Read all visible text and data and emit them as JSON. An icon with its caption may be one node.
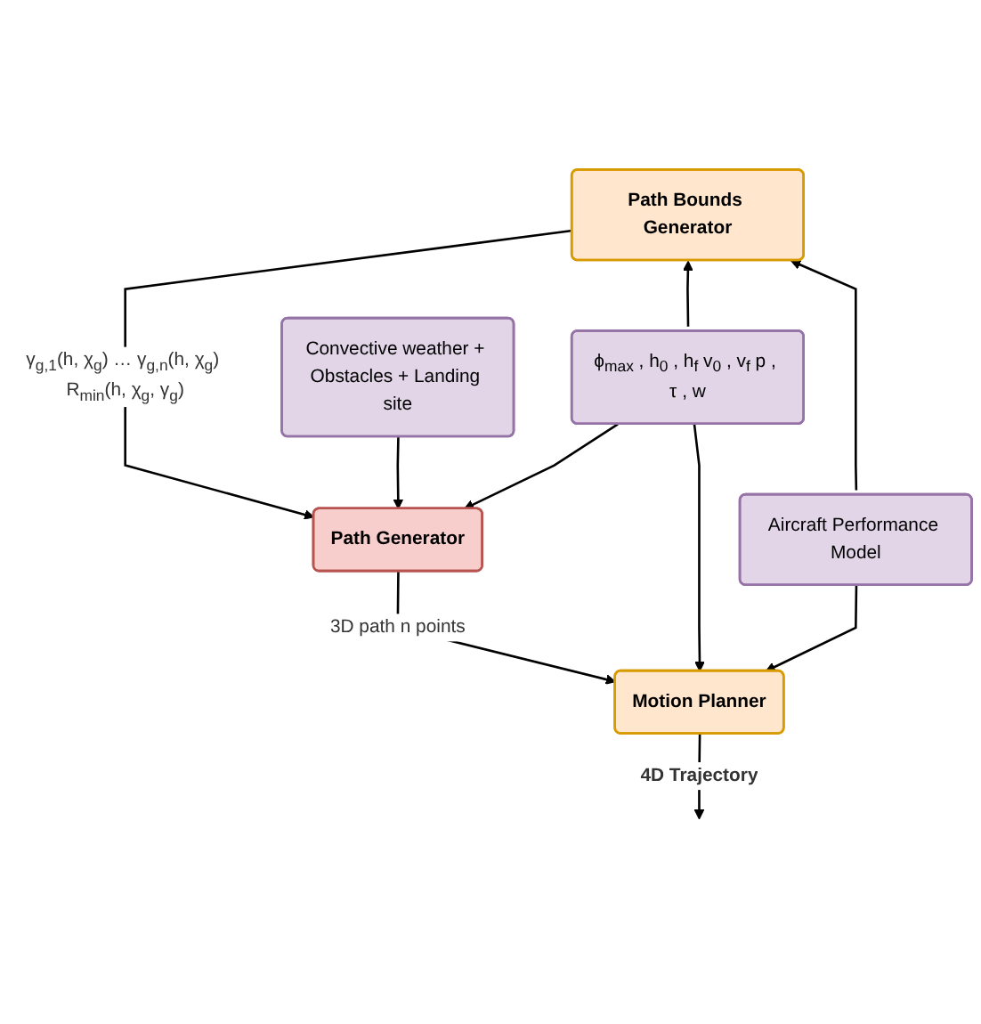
{
  "diagram": {
    "nodes": [
      {
        "text": [
          "Path Bounds Generator"
        ]
      },
      {
        "text": [
          "Convective weather + Obstacles + Landing site"
        ]
      },
      {
        "text": [
          "ϕ$_{max}$ , h$_{0}$ , h$_{f}$ v$_{0}$ , v$_{f}$ p , τ , w"
        ]
      },
      {
        "text": [
          "Path Generator"
        ]
      },
      {
        "text": [
          "Aircraft Performance Model"
        ]
      },
      {
        "text": [
          "Motion Planner"
        ]
      }
    ],
    "edges": [
      {
        "from": 2,
        "to": 0,
        "arrow": "to"
      },
      {
        "from": 4,
        "to": 0,
        "arrow": "to"
      },
      {
        "from": 0,
        "to": 3,
        "arrow": "to",
        "label": "γ$_{g,1}$(h, χ$_{g}$) … γ$_{g,n}$(h, χ$_{g}$) R$_{min}$(h, χ$_{g}$, γ$_{g}$)"
      },
      {
        "from": 1,
        "to": 3,
        "arrow": "to"
      },
      {
        "from": 2,
        "to": 3,
        "arrow": "to"
      },
      {
        "from": 3,
        "to": 5,
        "arrow": "to",
        "label": "3D path n points"
      },
      {
        "from": 2,
        "to": 5,
        "arrow": "to"
      },
      {
        "from": 4,
        "to": 5,
        "arrow": "to"
      },
      {
        "from": 5,
        "to": null,
        "arrow": "to",
        "label": "4D Trajectory"
      }
    ]
  }
}
